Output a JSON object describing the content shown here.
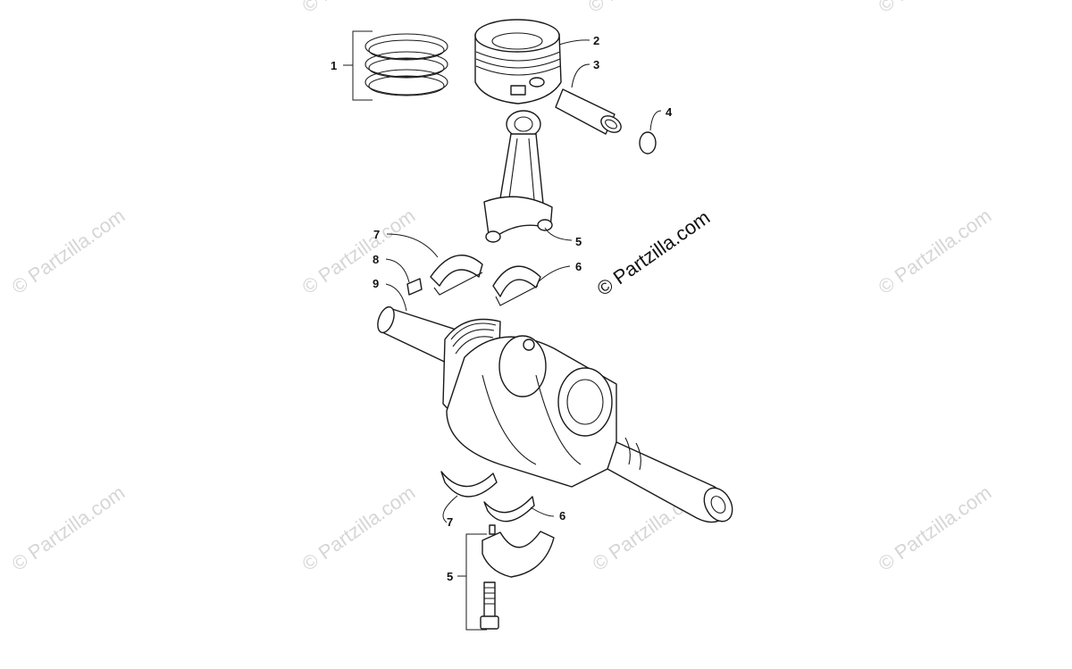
{
  "watermark": {
    "text": "© Partzilla.com"
  },
  "copyright": {
    "text": "© Partzilla.com"
  },
  "callouts": {
    "rings": "1",
    "piston": "2",
    "pin": "3",
    "clip": "4",
    "rod": "5",
    "bearing_top_right": "6",
    "bearing_top_left": "7",
    "key": "8",
    "crank_key": "9",
    "bearing_bottom_left": "7",
    "bearing_bottom_right": "6",
    "rod_cap": "5"
  }
}
